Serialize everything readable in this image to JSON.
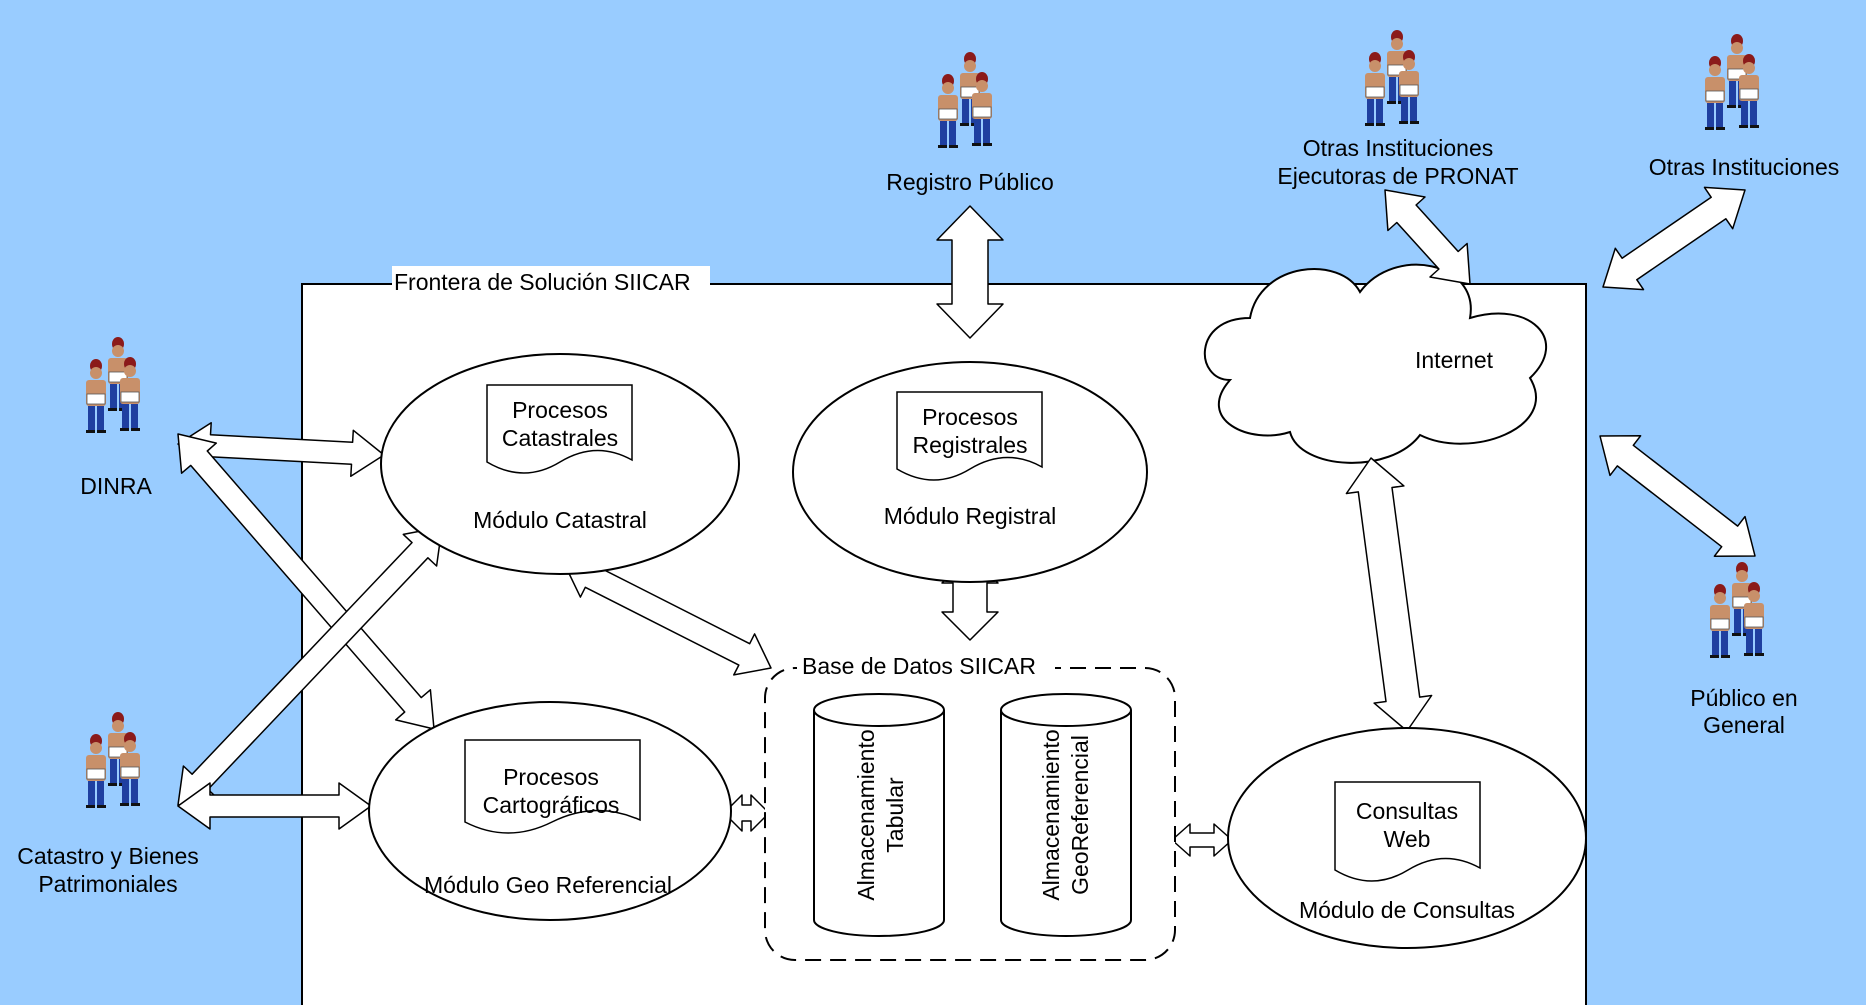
{
  "colors": {
    "background": "#99ccff",
    "box_fill": "#ffffff",
    "stroke": "#000000",
    "skin": "#c8906a",
    "hair": "#8b1a1a",
    "pants": "#1f3fa0"
  },
  "boundary": {
    "title": "Frontera de Solución SIICAR"
  },
  "database": {
    "title": "Base de Datos SIICAR"
  },
  "modules": {
    "catastral": {
      "doc_line1": "Procesos",
      "doc_line2": "Catastrales",
      "label": "Módulo Catastral"
    },
    "registral": {
      "doc_line1": "Procesos",
      "doc_line2": "Registrales",
      "label": "Módulo Registral"
    },
    "geo": {
      "doc_line1": "Procesos",
      "doc_line2": "Cartográficos",
      "label": "Módulo Geo Referencial"
    },
    "consultas": {
      "doc_line1": "Consultas",
      "doc_line2": "Web",
      "label": "Módulo de Consultas"
    }
  },
  "storage": {
    "tabular": {
      "line1": "Almacenamiento",
      "line2": "Tabular"
    },
    "geo": {
      "line1": "Almacenamiento",
      "line2": "GeoReferencial"
    }
  },
  "cloud": {
    "label": "Internet"
  },
  "actors": {
    "registro": {
      "line1": "Registro Público"
    },
    "otras_pronat": {
      "line1": "Otras Instituciones",
      "line2": "Ejecutoras de PRONAT"
    },
    "otras": {
      "line1": "Otras Instituciones"
    },
    "dinra": {
      "line1": "DINRA"
    },
    "catastro": {
      "line1": "Catastro y Bienes",
      "line2": "Patrimoniales"
    },
    "publico": {
      "line1": "Público en",
      "line2": "General"
    }
  }
}
